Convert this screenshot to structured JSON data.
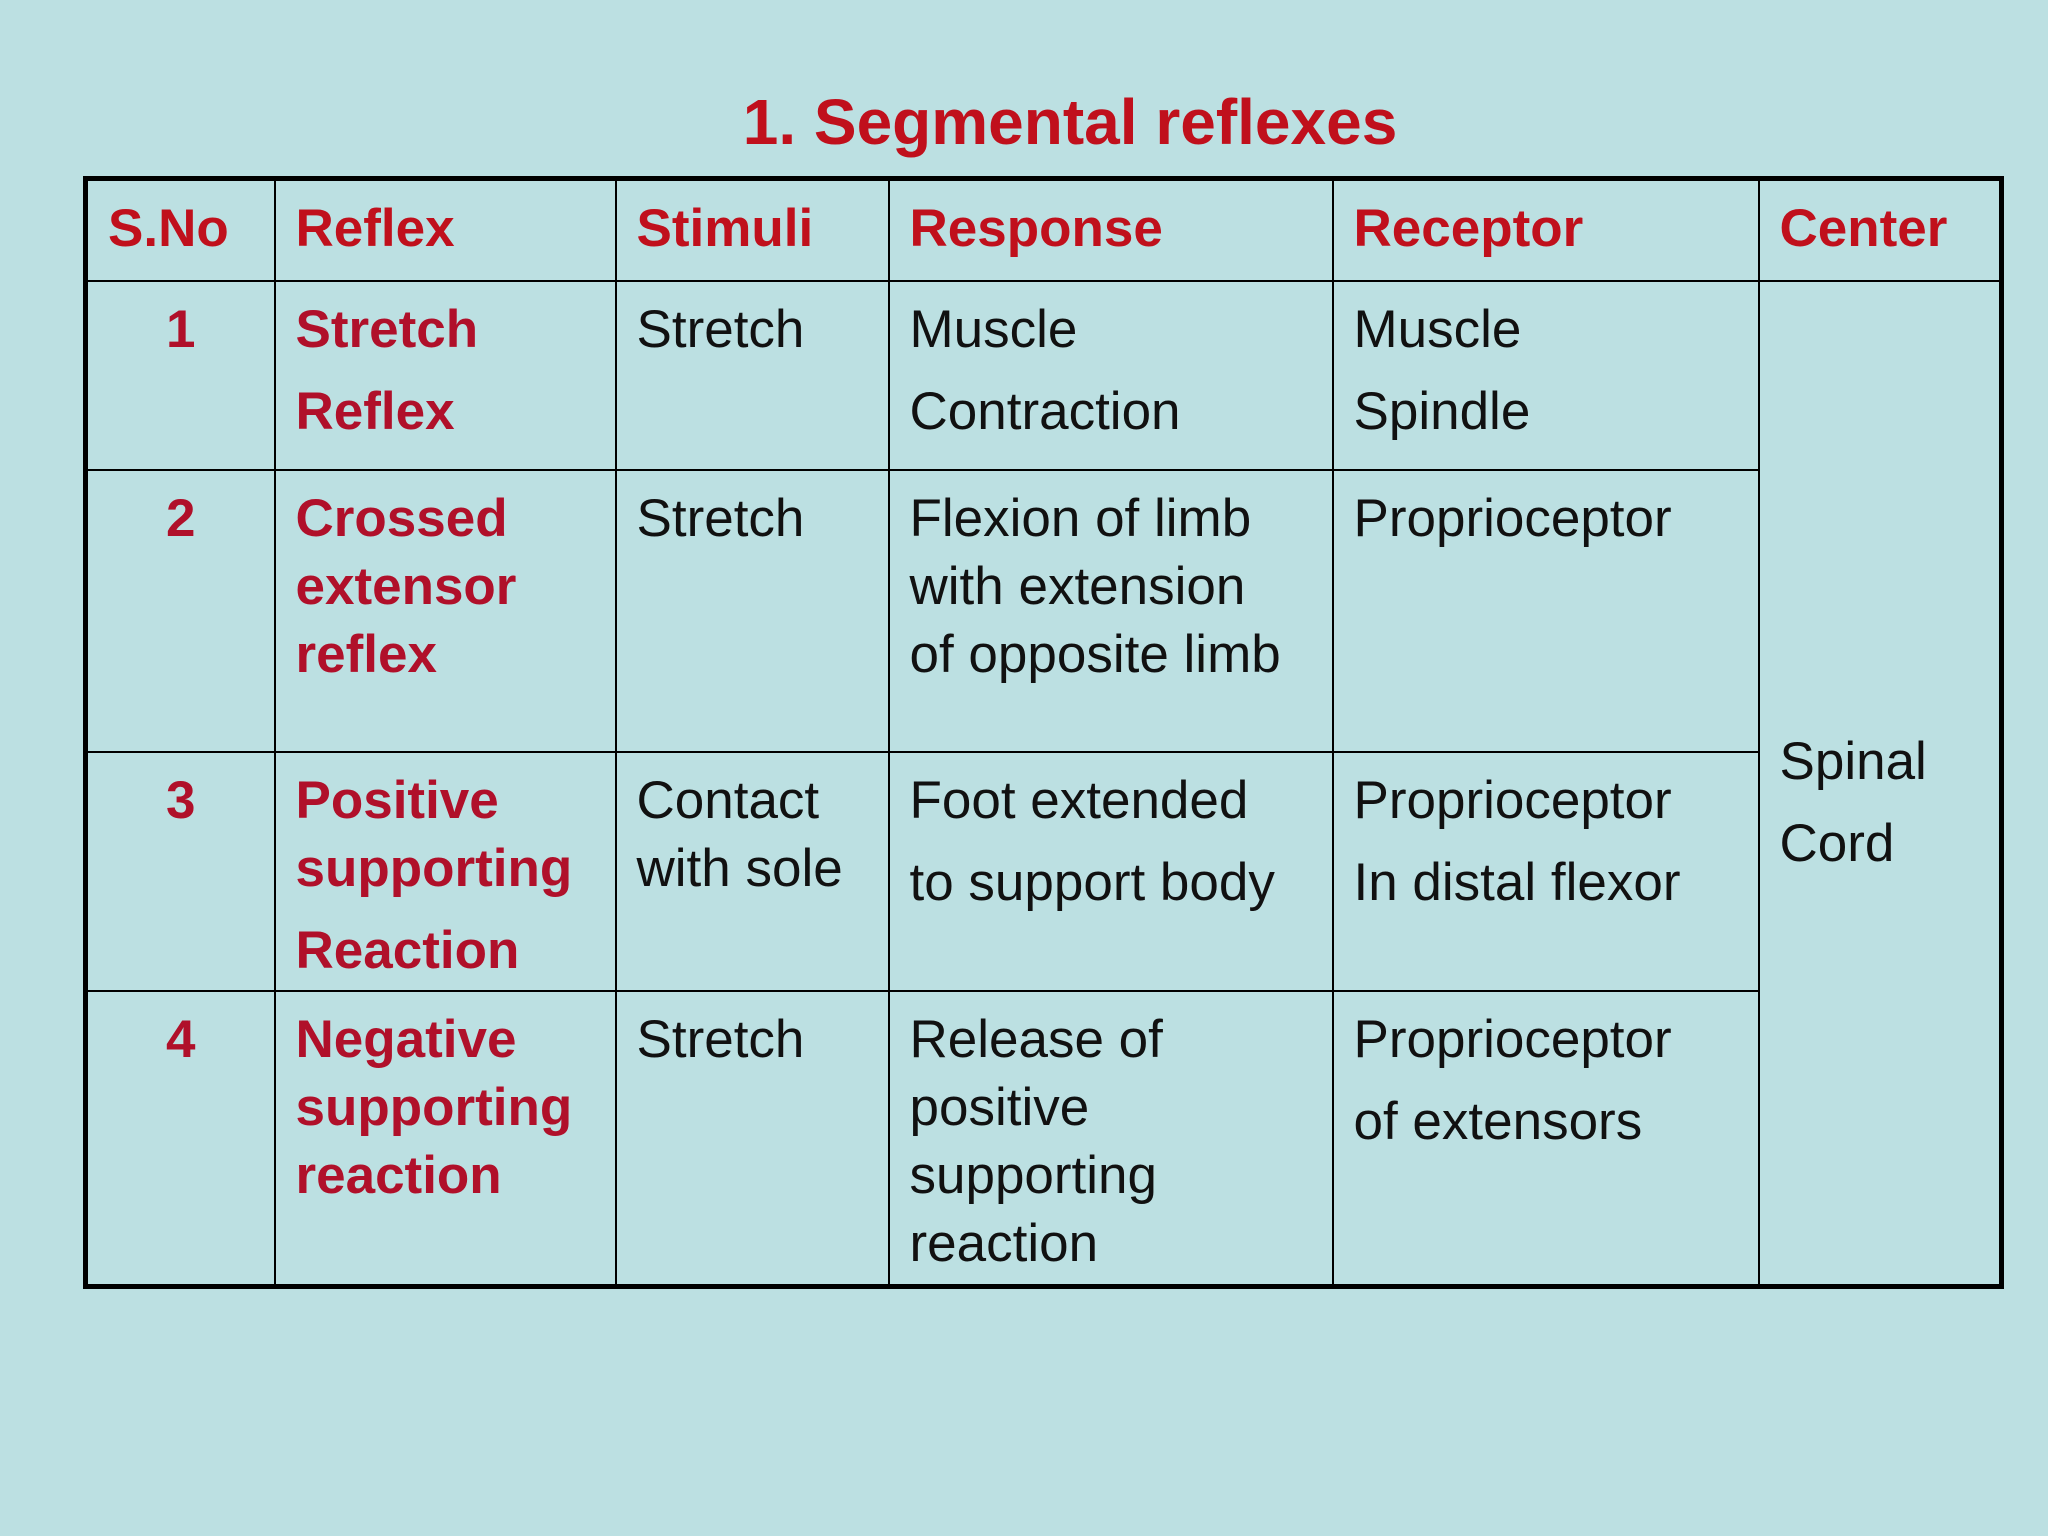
{
  "title": "1. Segmental reflexes",
  "table": {
    "headers": [
      "S.No",
      "Reflex",
      "Stimuli",
      "Response",
      "Receptor",
      "Center"
    ],
    "rows": [
      {
        "sno": "1",
        "reflex": [
          "Stretch",
          "Reflex"
        ],
        "stimuli": [
          "Stretch"
        ],
        "response": [
          "Muscle",
          "Contraction"
        ],
        "receptor": [
          "Muscle",
          "Spindle"
        ]
      },
      {
        "sno": "2",
        "reflex": [
          "Crossed",
          "extensor",
          "reflex"
        ],
        "stimuli": [
          "Stretch"
        ],
        "response": [
          "Flexion of limb",
          "with extension",
          "of opposite limb"
        ],
        "receptor": [
          "Proprioceptor"
        ]
      },
      {
        "sno": "3",
        "reflex": [
          "Positive",
          "supporting",
          "Reaction"
        ],
        "stimuli": [
          "Contact",
          "with sole"
        ],
        "response": [
          "Foot extended",
          "to support body"
        ],
        "receptor": [
          "Proprioceptor",
          "In distal flexor"
        ]
      },
      {
        "sno": "4",
        "reflex": [
          "Negative",
          "supporting",
          "reaction"
        ],
        "stimuli": [
          "Stretch"
        ],
        "response": [
          "Release of",
          "positive",
          "supporting",
          "reaction"
        ],
        "receptor": [
          "Proprioceptor",
          "of extensors"
        ]
      }
    ],
    "center": [
      "Spinal",
      "Cord"
    ]
  }
}
